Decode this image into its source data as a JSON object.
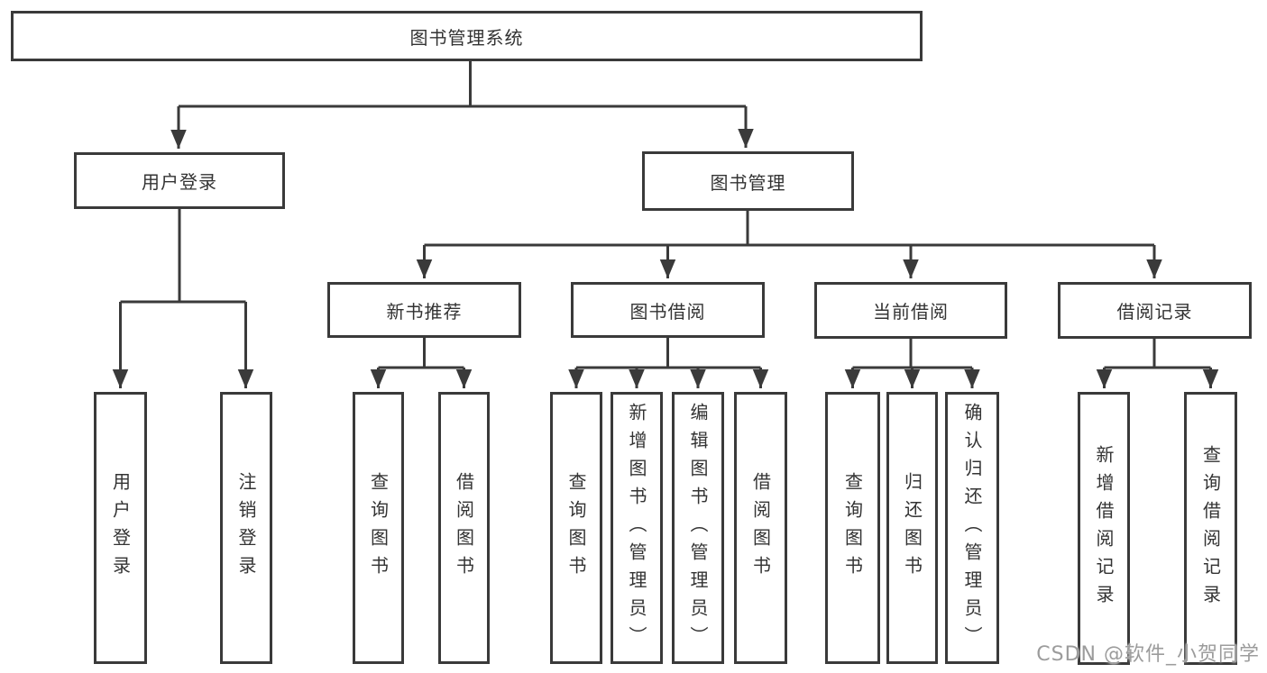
{
  "diagram": {
    "root": {
      "label": "图书管理系统"
    },
    "level2": [
      {
        "label": "用户登录"
      },
      {
        "label": "图书管理"
      }
    ],
    "level3": [
      {
        "label": "新书推荐"
      },
      {
        "label": "图书借阅"
      },
      {
        "label": "当前借阅"
      },
      {
        "label": "借阅记录"
      }
    ],
    "leaves": [
      {
        "parent": "用户登录",
        "label": "用户登录"
      },
      {
        "parent": "用户登录",
        "label": "注销登录"
      },
      {
        "parent": "新书推荐",
        "label": "查询图书"
      },
      {
        "parent": "新书推荐",
        "label": "借阅图书"
      },
      {
        "parent": "图书借阅",
        "label": "查询图书"
      },
      {
        "parent": "图书借阅",
        "label": "新增图书（管理员）"
      },
      {
        "parent": "图书借阅",
        "label": "编辑图书（管理员）"
      },
      {
        "parent": "图书借阅",
        "label": "借阅图书"
      },
      {
        "parent": "当前借阅",
        "label": "查询图书"
      },
      {
        "parent": "当前借阅",
        "label": "归还图书"
      },
      {
        "parent": "当前借阅",
        "label": "确认归还（管理员）"
      },
      {
        "parent": "借阅记录",
        "label": "新增借阅记录"
      },
      {
        "parent": "借阅记录",
        "label": "查询借阅记录"
      }
    ],
    "watermark": "CSDN @软件_小贺同学",
    "colors": {
      "line": "#3a3a3a",
      "text": "#333333",
      "background": "#ffffff",
      "watermark": "#9c9c9c"
    }
  }
}
